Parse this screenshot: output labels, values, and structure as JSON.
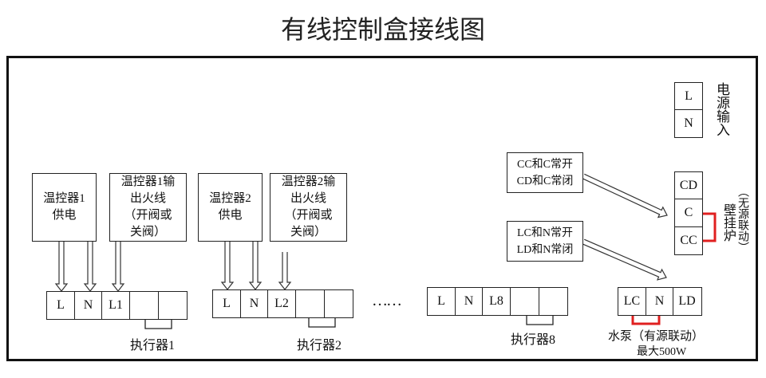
{
  "title": "有线控制盒接线图",
  "thermostats": [
    {
      "power_label": "温控器1\n供电",
      "output_label": "温控器1输\n出火线\n（开阀或\n关阀）"
    },
    {
      "power_label": "温控器2\n供电",
      "output_label": "温控器2输\n出火线\n（开阀或\n关阀）"
    }
  ],
  "actuators": [
    {
      "name": "执行器1",
      "terminals": [
        "L",
        "N",
        "L1",
        "",
        ""
      ]
    },
    {
      "name": "执行器2",
      "terminals": [
        "L",
        "N",
        "L2",
        "",
        ""
      ]
    },
    {
      "name": "执行器8",
      "terminals": [
        "L",
        "N",
        "L8",
        "",
        ""
      ]
    }
  ],
  "ellipsis": "……",
  "power_input": {
    "label": "电源输入",
    "terminals": [
      "L",
      "N"
    ]
  },
  "boiler": {
    "note": "CC和C常开\nCD和C常闭",
    "label": "壁挂炉",
    "sublabel": "（无源联动）",
    "terminals": [
      "CD",
      "C",
      "CC"
    ]
  },
  "pump": {
    "note": "LC和N常开\nLD和N常闭",
    "label": "水泵（有源联动）",
    "sublabel": "最大500W",
    "terminals": [
      "LC",
      "N",
      "LD"
    ]
  },
  "colors": {
    "jumper": "#e02020",
    "line": "#222222"
  }
}
